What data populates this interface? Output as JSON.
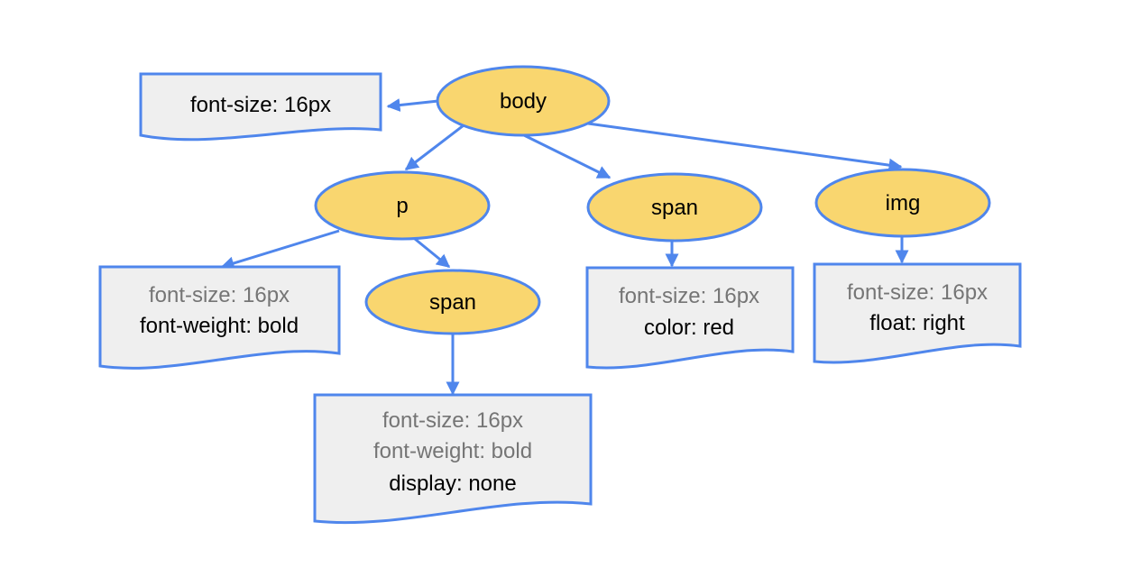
{
  "colors": {
    "node_fill": "#f9d66f",
    "stroke": "#4f86ec",
    "doc_fill": "#efefef",
    "inherited_text": "#757575",
    "own_text": "#000000"
  },
  "nodes": {
    "body": "body",
    "p": "p",
    "span_p": "span",
    "span": "span",
    "img": "img"
  },
  "style_docs": {
    "body": [
      {
        "text": "font-size: 16px",
        "inherited": false
      }
    ],
    "p": [
      {
        "text": "font-size: 16px",
        "inherited": true
      },
      {
        "text": "font-weight: bold",
        "inherited": false
      }
    ],
    "span_p": [
      {
        "text": "font-size: 16px",
        "inherited": true
      },
      {
        "text": "font-weight: bold",
        "inherited": true
      },
      {
        "text": "display: none",
        "inherited": false
      }
    ],
    "span": [
      {
        "text": "font-size: 16px",
        "inherited": true
      },
      {
        "text": "color: red",
        "inherited": false
      }
    ],
    "img": [
      {
        "text": "font-size: 16px",
        "inherited": true
      },
      {
        "text": "float: right",
        "inherited": false
      }
    ]
  }
}
